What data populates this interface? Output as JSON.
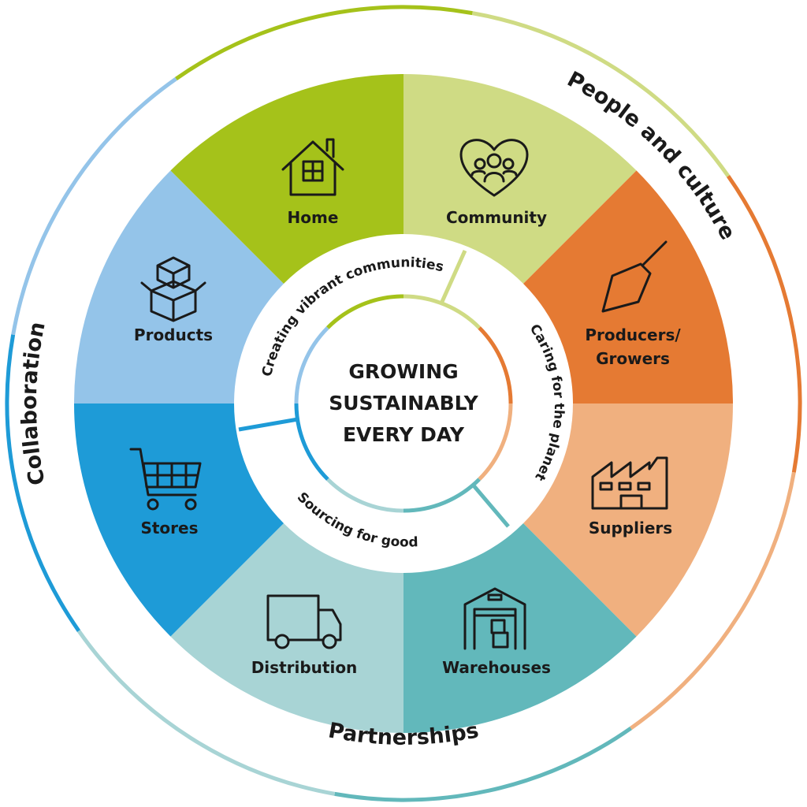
{
  "title_lines": [
    "GROWING",
    "SUSTAINABLY",
    "EVERY DAY"
  ],
  "sectors": [
    {
      "label": "Community",
      "icon": "heart-people-icon",
      "color": "#cfdb84"
    },
    {
      "label": "Producers/",
      "label2": "Growers",
      "icon": "trowel-icon",
      "color": "#e57a33"
    },
    {
      "label": "Suppliers",
      "icon": "factory-icon",
      "color": "#f0b07f"
    },
    {
      "label": "Warehouses",
      "icon": "warehouse-icon",
      "color": "#62b8bb"
    },
    {
      "label": "Distribution",
      "icon": "truck-icon",
      "color": "#a8d4d5"
    },
    {
      "label": "Stores",
      "icon": "shopping-cart-icon",
      "color": "#1e9bd7"
    },
    {
      "label": "Products",
      "icon": "boxes-icon",
      "color": "#94c4e9"
    },
    {
      "label": "Home",
      "icon": "house-icon",
      "color": "#a5c21a"
    }
  ],
  "outer_ring": {
    "people": "People and culture",
    "collaboration": "Collaboration",
    "partnerships": "Partnerships"
  },
  "inner_ring": {
    "communities": "Creating vibrant communities",
    "planet": "Caring for the planet",
    "sourcing": "Sourcing for good"
  }
}
